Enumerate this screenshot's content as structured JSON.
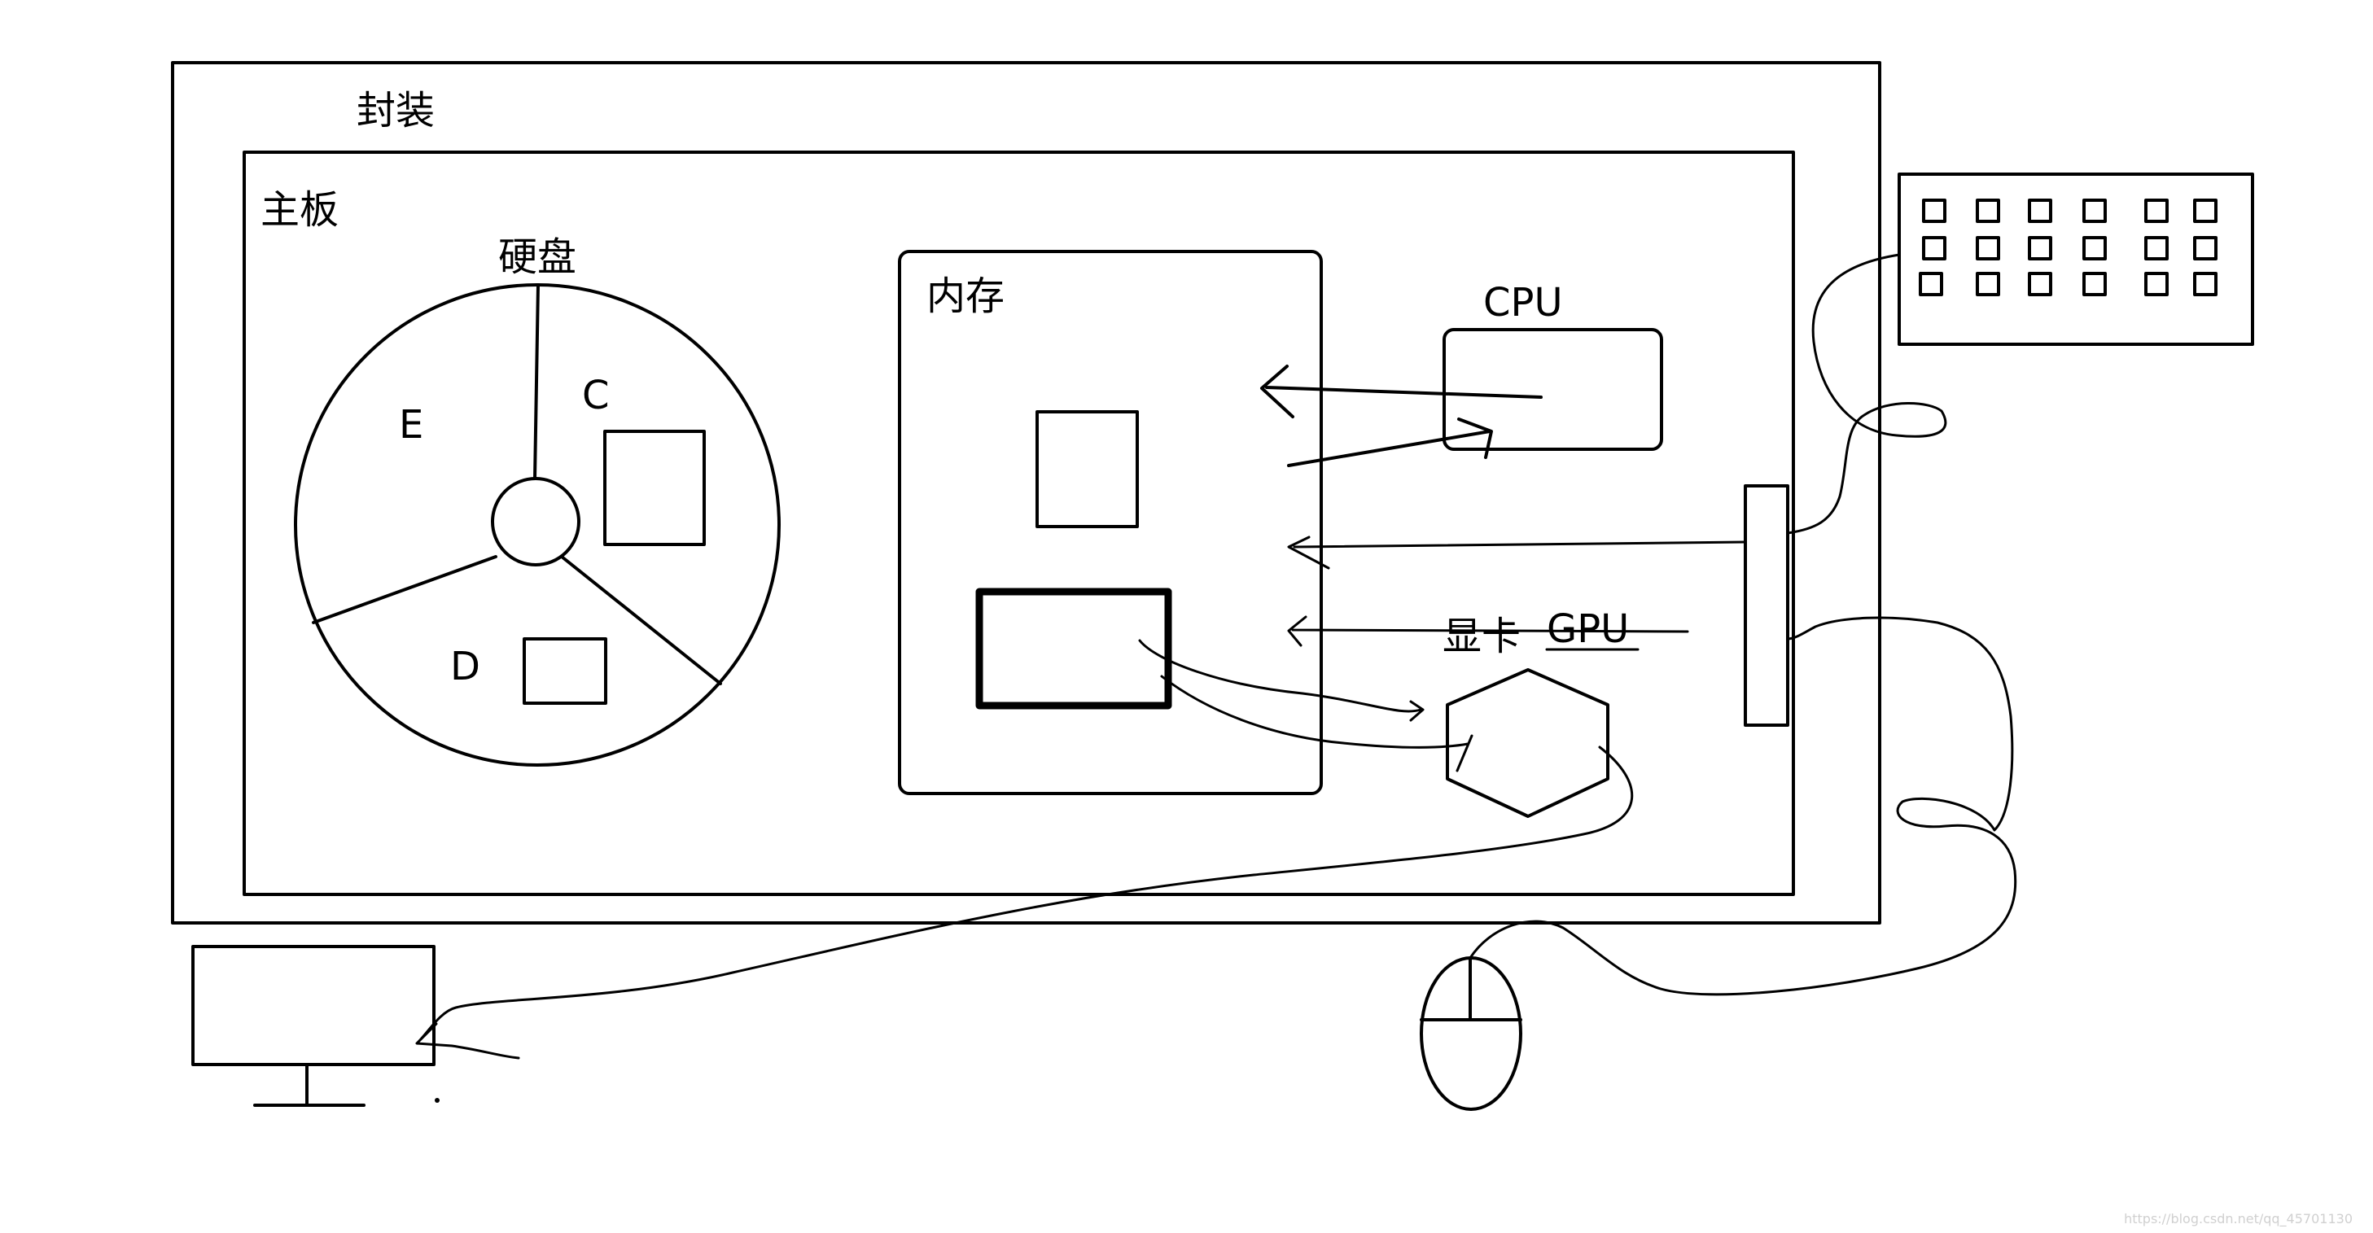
{
  "labels": {
    "package": "封装",
    "motherboard": "主板",
    "hard_disk": "硬盘",
    "drive_c": "C",
    "drive_d": "D",
    "drive_e": "E",
    "memory": "内存",
    "cpu": "CPU",
    "graphics_card": "显卡",
    "gpu": "GPU"
  },
  "watermark": "https://blog.csdn.net/qq_45701130",
  "colors": {
    "ink": "#000000",
    "background": "#ffffff",
    "watermark": "#d0d0d0"
  }
}
